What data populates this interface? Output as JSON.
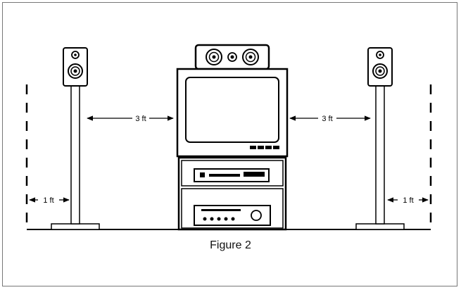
{
  "diagram": {
    "caption": "Figure 2",
    "dim_speaker_to_tv_left": "3 ft",
    "dim_speaker_to_tv_right": "3 ft",
    "dim_wall_to_speaker_left": "1 ft",
    "dim_wall_to_speaker_right": "1 ft"
  },
  "colors": {
    "line": "#000000",
    "screen": "#ffffff",
    "border": "#777777"
  }
}
